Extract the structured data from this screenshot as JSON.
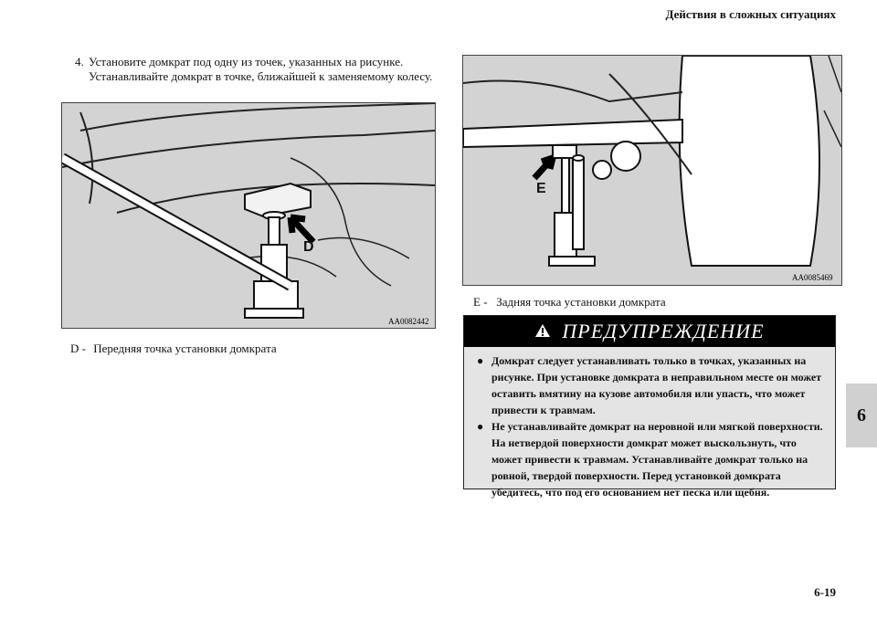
{
  "header": {
    "title": "Действия в сложных ситуациях"
  },
  "page": {
    "number": "6-19",
    "chapter_tab": "6"
  },
  "step": {
    "number": "4.",
    "text": "Установите домкрат под одну из точек, указанных на рисунке. Устанавливайте домкрат в точке, ближайшей к заменяемому колесу."
  },
  "figure_front": {
    "code": "AA0082442",
    "callout": "D"
  },
  "figure_rear": {
    "code": "AA0085469",
    "callout": "E"
  },
  "captions": [
    {
      "letter": "D -",
      "text": "Передняя точка установки домкрата"
    },
    {
      "letter": "E -",
      "text": "Задняя точка установки домкрата"
    }
  ],
  "warning": {
    "icon": "warning-triangle-icon",
    "title": "ПРЕДУПРЕЖДЕНИЕ",
    "items": [
      "Домкрат следует устанавливать только в точках, указанных на рисунке. При установке домкрата в неправильном месте он может оставить вмятину на кузове автомобиля или упасть, что может привести к травмам.",
      "Не устанавливайте домкрат на неровной или мягкой поверхности. На нетвердой поверхности домкрат может выскользнуть, что может привести к травмам. Устанавливайте домкрат только на ровной, твердой поверхности. Перед установкой домкрата убедитесь, что под его основанием нет песка или щебня."
    ]
  }
}
